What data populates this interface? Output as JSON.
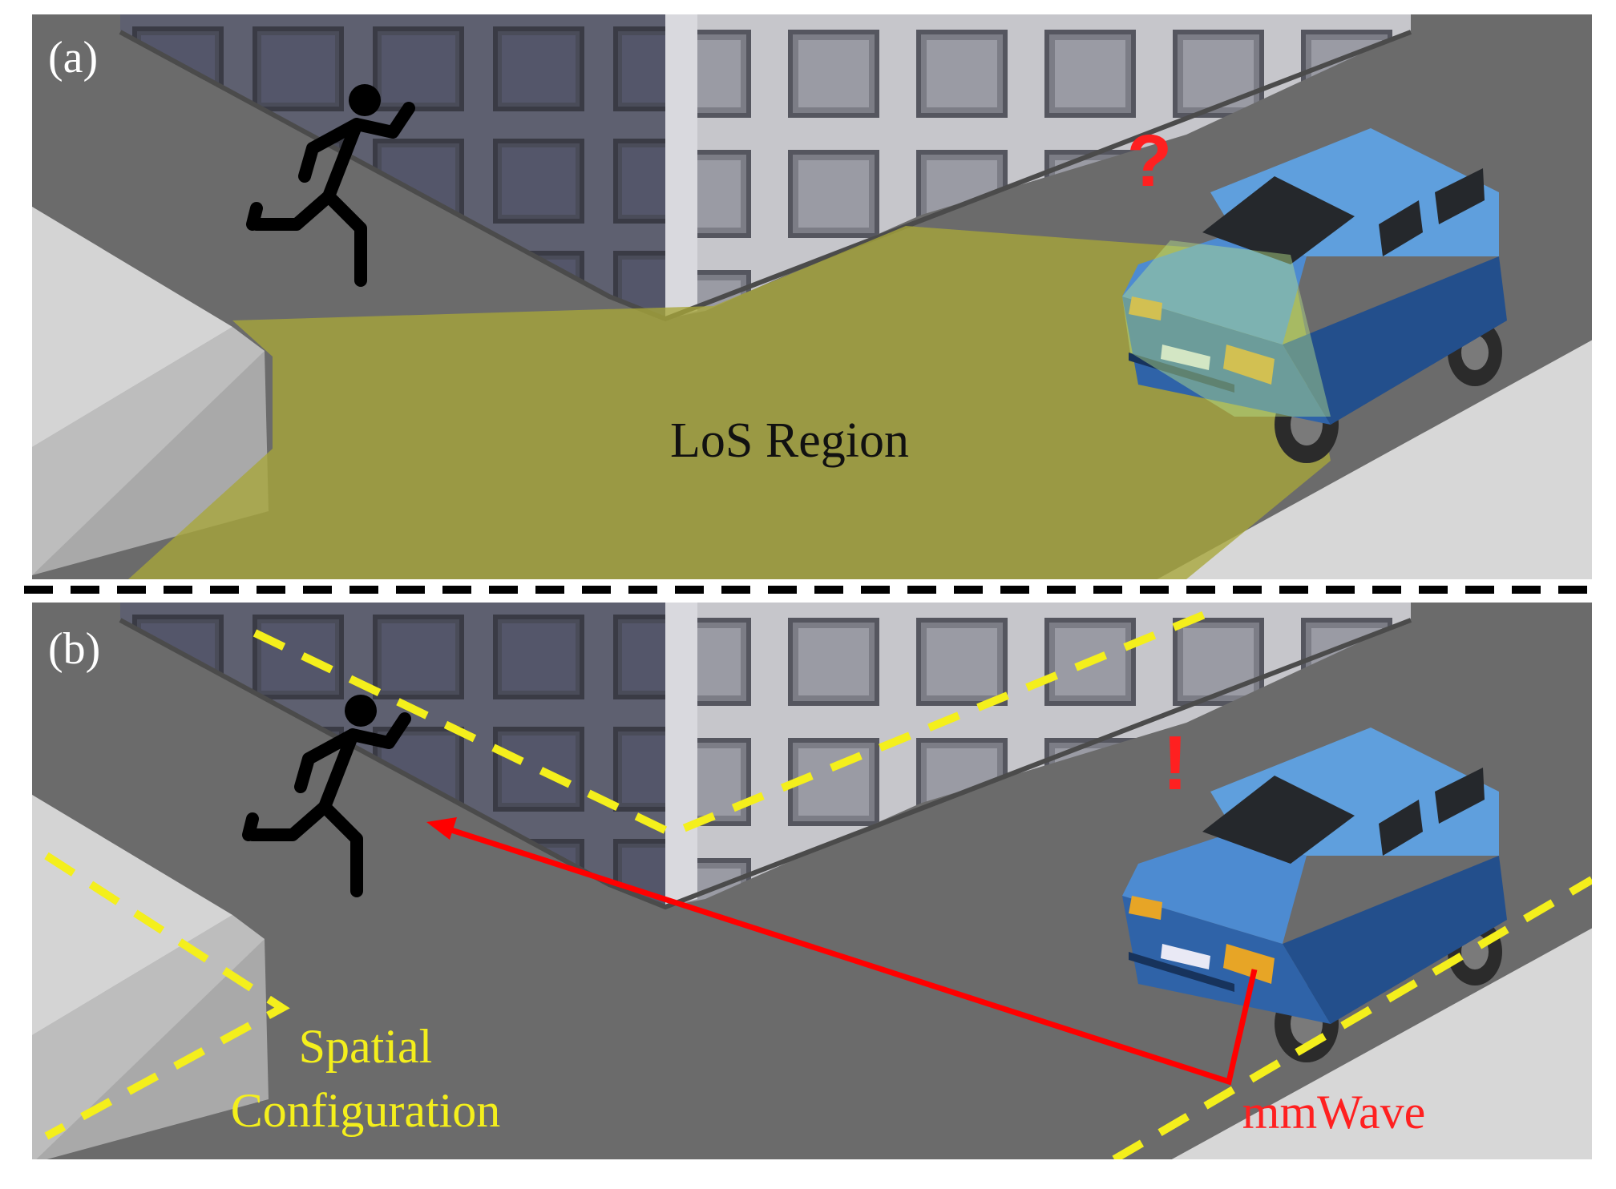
{
  "panels": [
    {
      "label": "(a)",
      "region_label": "LoS Region",
      "marker": "?"
    },
    {
      "label": "(b)",
      "config_label_line1": "Spatial",
      "config_label_line2": "Configuration",
      "signal_label": "mmWave",
      "marker": "!"
    }
  ],
  "colors": {
    "road": "#6b6b6b",
    "building_dark": "#5e6070",
    "building_light": "#c3c3c8",
    "sidewalk": "#d7d7d7",
    "los_region": "#9c9a3e",
    "car_body": "#2f63a8",
    "car_roof": "#5f9fdd",
    "dashed_config": "#f4ef1c",
    "signal_path": "#ff0000",
    "marker": "#ff2020",
    "divider": "#000000"
  },
  "icons": [
    "running-person-icon",
    "car-icon"
  ]
}
